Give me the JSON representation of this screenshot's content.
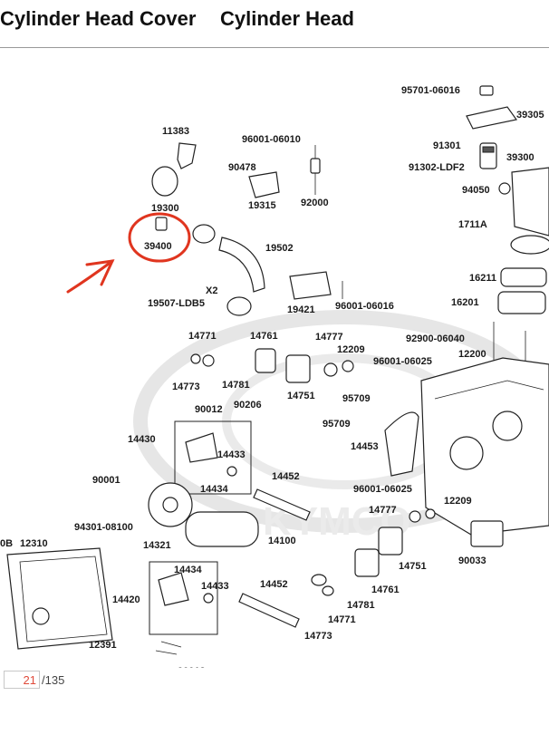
{
  "header": {
    "title_left": "Cylinder Head Cover",
    "title_right": "Cylinder Head"
  },
  "watermark": "KYMCO",
  "labels": [
    "95701-06016",
    "39305",
    "11383",
    "96001-06010",
    "91301",
    "39300",
    "90478",
    "91302-LDF2",
    "94050",
    "19315",
    "92000",
    "19300",
    "1711A",
    "39400",
    "19502",
    "X2",
    "16211",
    "16201",
    "19507-LDB5",
    "19421",
    "96001-06016",
    "92900-06040",
    "14771",
    "14761",
    "14777",
    "12209",
    "12200",
    "96001-06025",
    "14773",
    "14781",
    "14751",
    "95709",
    "90012",
    "90206",
    "95709",
    "14430",
    "14433",
    "14453",
    "14434",
    "90001",
    "14452",
    "96001-06025",
    "14777",
    "12209",
    "94301-08100",
    "14321",
    "14100",
    "14751",
    "90033",
    "0B",
    "12310",
    "14434",
    "14420",
    "14433",
    "14452",
    "14761",
    "14781",
    "14771",
    "12391",
    "14773",
    "90206",
    "90012"
  ],
  "pager": {
    "current": "21",
    "total": "/135"
  }
}
